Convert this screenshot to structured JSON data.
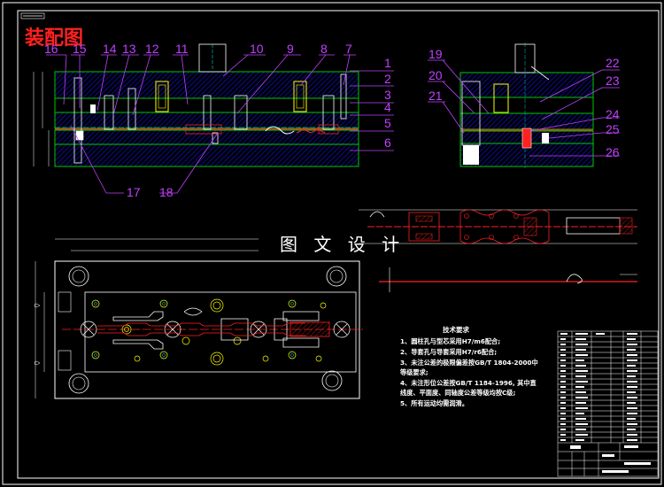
{
  "title": "装配图",
  "watermark": "图 文 设 计",
  "part_labels": [
    "1",
    "2",
    "3",
    "4",
    "5",
    "6",
    "7",
    "8",
    "9",
    "10",
    "11",
    "12",
    "13",
    "14",
    "15",
    "16",
    "17",
    "18",
    "19",
    "20",
    "21",
    "22",
    "23",
    "24",
    "25",
    "26"
  ],
  "tech_requirements": {
    "title": "技术要求",
    "items": [
      "1、圆柱孔与型芯采用H7/m6配合;",
      "2、导套孔与导套采用H7/r6配合;",
      "3、未注公差的极限偏差按GB/T 1804-2000中",
      "    等级要求;",
      "4、未注形位公差按GB/T 1184-1996, 其中直",
      "    线度、平面度、同轴度公差等级均按C级;",
      "5、所有运动均需润滑。"
    ]
  },
  "colors": {
    "background": "#000000",
    "frame": "#ffffff",
    "plate": "#00c800",
    "hatch": "#0000c8",
    "label": "#c040ff",
    "strip": "#ff2020",
    "pins": "#ffff00",
    "center": "#00ffff"
  }
}
